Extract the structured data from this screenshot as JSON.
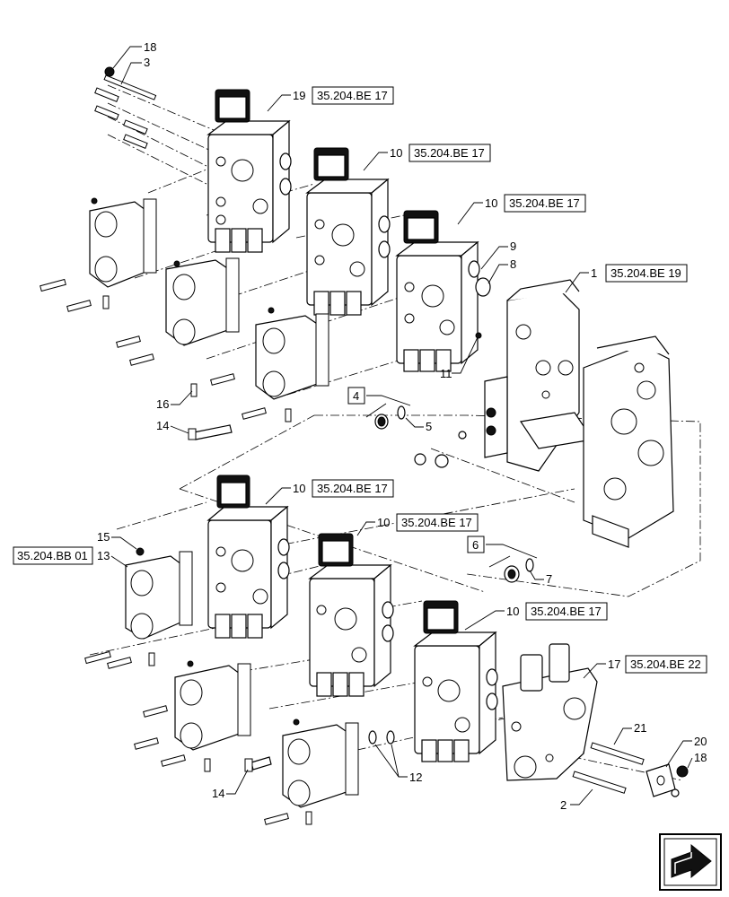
{
  "callouts": {
    "c18_top": "18",
    "c3": "3",
    "c19": "19",
    "c10_a": "10",
    "c10_b": "10",
    "c9": "9",
    "c8": "8",
    "c1": "1",
    "c11": "11",
    "c4": "4",
    "c5": "5",
    "c16": "16",
    "c14_top": "14",
    "c10_c": "10",
    "c10_d": "10",
    "c15": "15",
    "c13": "13",
    "c6": "6",
    "c7": "7",
    "c10_e": "10",
    "c17": "17",
    "c21": "21",
    "c20": "20",
    "c18_bottom": "18",
    "c14_bottom": "14",
    "c12": "12",
    "c2": "2"
  },
  "references": {
    "r19": "35.204.BE 17",
    "r10_a": "35.204.BE 17",
    "r10_b": "35.204.BE 17",
    "r1": "35.204.BE 19",
    "r10_c": "35.204.BE 17",
    "r10_d": "35.204.BE 17",
    "r13": "35.204.BB 01",
    "r10_e": "35.204.BE 17",
    "r17": "35.204.BE 22"
  },
  "icons": {
    "nav": "next-page-arrow-icon"
  }
}
